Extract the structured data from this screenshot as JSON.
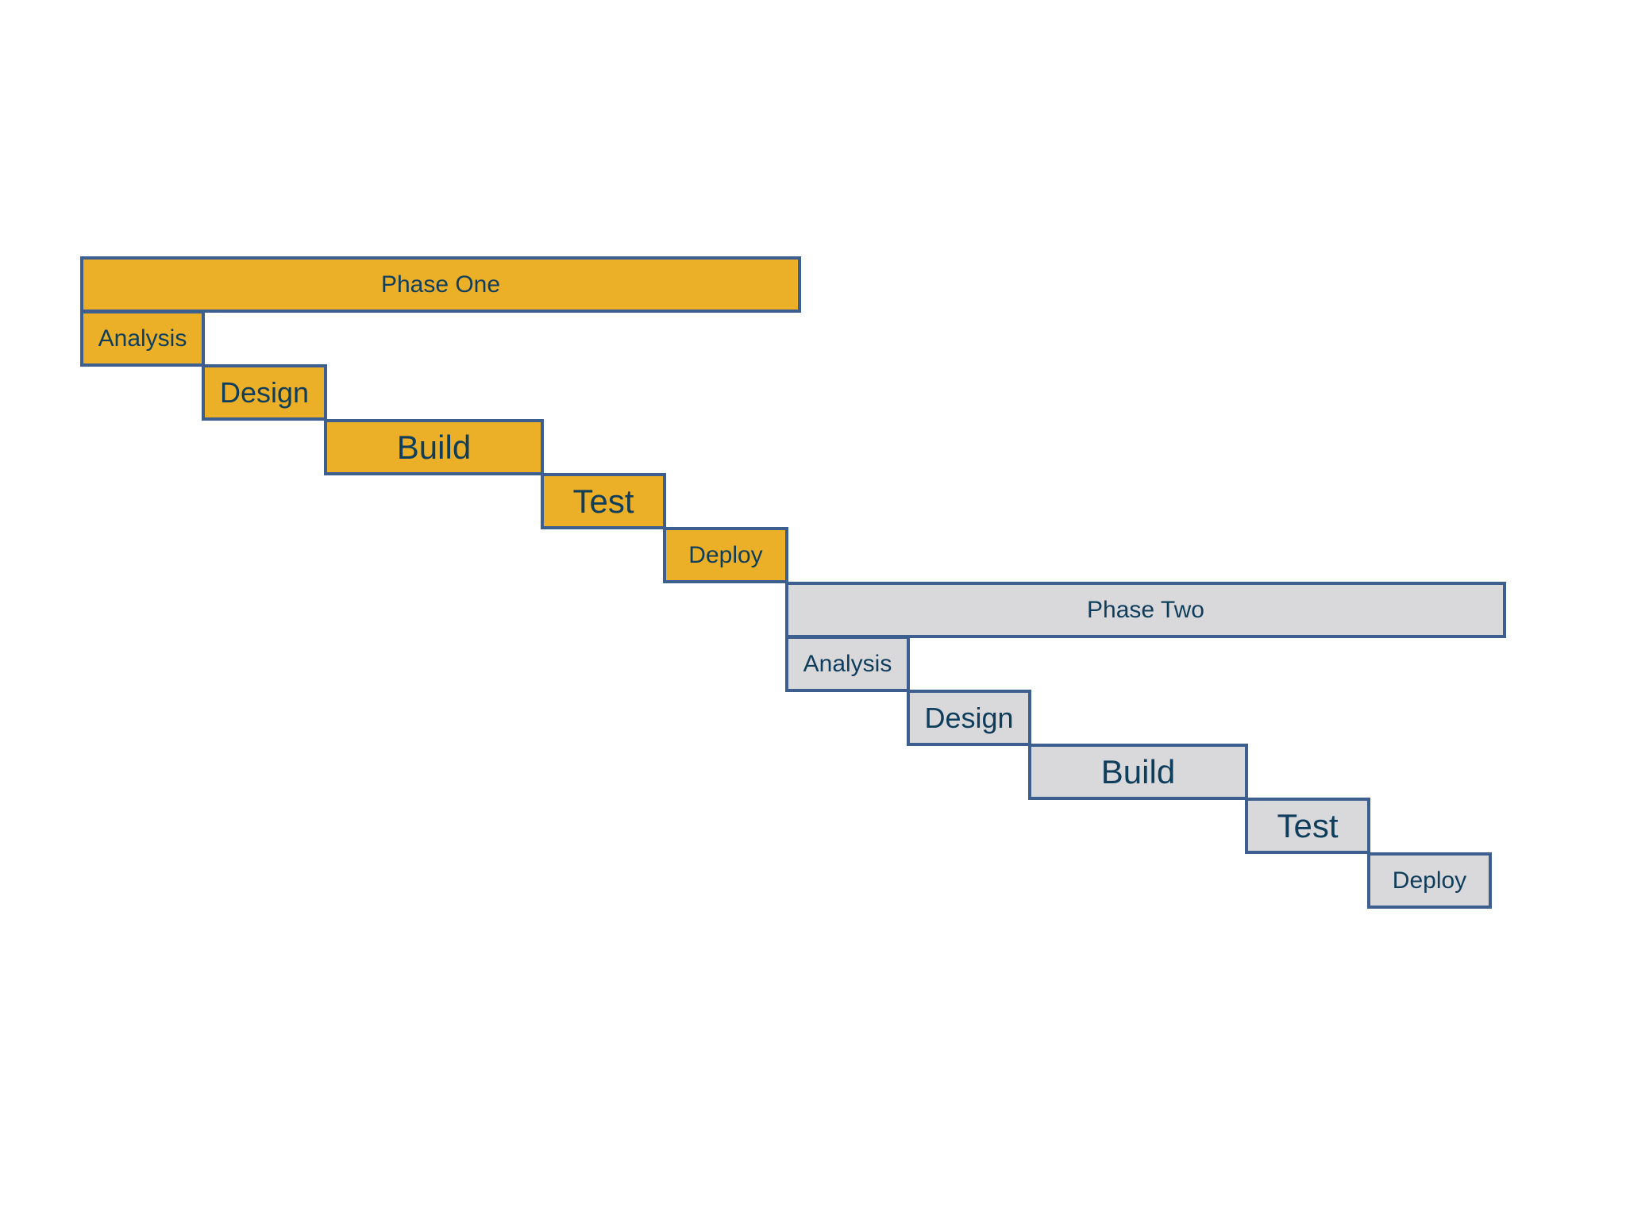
{
  "colors": {
    "phase_one_fill": "#ebb028",
    "phase_two_fill": "#d9d9db",
    "border": "#3d5f8f",
    "text": "#0f3d5c",
    "background": "#ffffff"
  },
  "phase_one": {
    "title": "Phase One",
    "tasks": [
      "Analysis",
      "Design",
      "Build",
      "Test",
      "Deploy"
    ]
  },
  "phase_two": {
    "title": "Phase Two",
    "tasks": [
      "Analysis",
      "Design",
      "Build",
      "Test",
      "Deploy"
    ]
  }
}
